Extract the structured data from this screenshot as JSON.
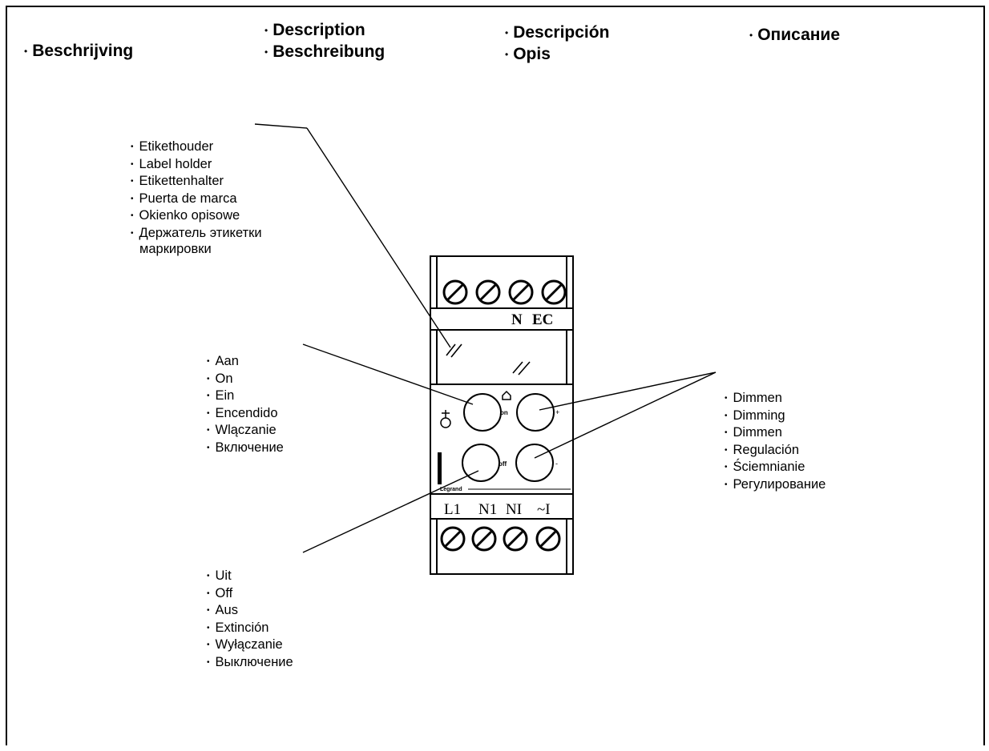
{
  "headings": [
    {
      "id": "nl",
      "text": "Beschrijving"
    },
    {
      "id": "en",
      "text": "Description"
    },
    {
      "id": "de",
      "text": "Beschreibung"
    },
    {
      "id": "es",
      "text": "Descripción"
    },
    {
      "id": "pl",
      "text": "Opis"
    },
    {
      "id": "ru",
      "text": "Описание"
    }
  ],
  "callouts": {
    "label_holder": {
      "items": [
        "Etikethouder",
        "Label holder",
        "Etikettenhalter",
        "Puerta de marca",
        "Okienko opisowe",
        "Держатель этикетки"
      ],
      "continuation": "маркировки"
    },
    "on": {
      "items": [
        "Aan",
        "On",
        "Ein",
        "Encendido",
        "Wlączanie",
        "Включение"
      ]
    },
    "off": {
      "items": [
        "Uit",
        "Off",
        "Aus",
        "Extinción",
        "Wyłączanie",
        "Выключение"
      ]
    },
    "dimming": {
      "items": [
        "Dimmen",
        "Dimming",
        "Dimmen",
        "Regulación",
        "Ściemnianie",
        "Регулирование"
      ]
    }
  },
  "device": {
    "top_terminals": [
      "N",
      "EC"
    ],
    "bottom_terminals": [
      "L1",
      "N1",
      "NI",
      "~I"
    ],
    "button_labels": {
      "on": "on",
      "off": "off",
      "plus": "+",
      "minus": "-"
    },
    "brand": "Legrand"
  }
}
